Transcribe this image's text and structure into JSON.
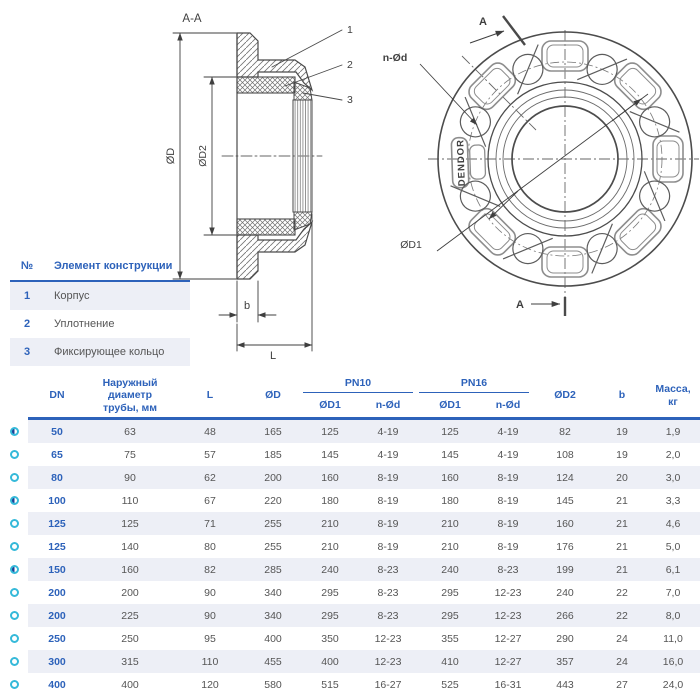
{
  "drawing": {
    "section_view_label": "A-A",
    "cut_label": "A",
    "brand": "DENDOR",
    "dims": {
      "d": "ØD",
      "d2": "ØD2",
      "b": "b",
      "l": "L",
      "d1": "ØD1",
      "n_d": "n-Ød"
    },
    "callouts": [
      "1",
      "2",
      "3"
    ]
  },
  "legend": {
    "headers": {
      "num": "№",
      "element": "Элемент конструкции"
    },
    "rows": [
      {
        "num": "1",
        "label": "Корпус"
      },
      {
        "num": "2",
        "label": "Уплотнение"
      },
      {
        "num": "3",
        "label": "Фиксирующее кольцо"
      }
    ]
  },
  "table": {
    "headers": {
      "dn": "DN",
      "pipe": "Наружный диаметр\nтрубы, мм",
      "l": "L",
      "d": "ØD",
      "pn10": "PN10",
      "pn16": "PN16",
      "d1a": "ØD1",
      "nda": "n-Ød",
      "d1b": "ØD1",
      "ndb": "n-Ød",
      "d2": "ØD2",
      "b": "b",
      "mass": "Масса,\nкг"
    },
    "rows": [
      {
        "icon": "half",
        "dn": "50",
        "pipe": "63",
        "l": "48",
        "d": "165",
        "pn10_d1": "125",
        "pn10_nd": "4-19",
        "pn16_d1": "125",
        "pn16_nd": "4-19",
        "d2": "82",
        "b": "19",
        "mass": "1,9"
      },
      {
        "icon": "empty",
        "dn": "65",
        "pipe": "75",
        "l": "57",
        "d": "185",
        "pn10_d1": "145",
        "pn10_nd": "4-19",
        "pn16_d1": "145",
        "pn16_nd": "4-19",
        "d2": "108",
        "b": "19",
        "mass": "2,0"
      },
      {
        "icon": "empty",
        "dn": "80",
        "pipe": "90",
        "l": "62",
        "d": "200",
        "pn10_d1": "160",
        "pn10_nd": "8-19",
        "pn16_d1": "160",
        "pn16_nd": "8-19",
        "d2": "124",
        "b": "20",
        "mass": "3,0"
      },
      {
        "icon": "half",
        "dn": "100",
        "pipe": "110",
        "l": "67",
        "d": "220",
        "pn10_d1": "180",
        "pn10_nd": "8-19",
        "pn16_d1": "180",
        "pn16_nd": "8-19",
        "d2": "145",
        "b": "21",
        "mass": "3,3"
      },
      {
        "icon": "empty",
        "dn": "125",
        "pipe": "125",
        "l": "71",
        "d": "255",
        "pn10_d1": "210",
        "pn10_nd": "8-19",
        "pn16_d1": "210",
        "pn16_nd": "8-19",
        "d2": "160",
        "b": "21",
        "mass": "4,6"
      },
      {
        "icon": "empty",
        "dn": "125",
        "pipe": "140",
        "l": "80",
        "d": "255",
        "pn10_d1": "210",
        "pn10_nd": "8-19",
        "pn16_d1": "210",
        "pn16_nd": "8-19",
        "d2": "176",
        "b": "21",
        "mass": "5,0"
      },
      {
        "icon": "half",
        "dn": "150",
        "pipe": "160",
        "l": "82",
        "d": "285",
        "pn10_d1": "240",
        "pn10_nd": "8-23",
        "pn16_d1": "240",
        "pn16_nd": "8-23",
        "d2": "199",
        "b": "21",
        "mass": "6,1"
      },
      {
        "icon": "empty",
        "dn": "200",
        "pipe": "200",
        "l": "90",
        "d": "340",
        "pn10_d1": "295",
        "pn10_nd": "8-23",
        "pn16_d1": "295",
        "pn16_nd": "12-23",
        "d2": "240",
        "b": "22",
        "mass": "7,0"
      },
      {
        "icon": "empty",
        "dn": "200",
        "pipe": "225",
        "l": "90",
        "d": "340",
        "pn10_d1": "295",
        "pn10_nd": "8-23",
        "pn16_d1": "295",
        "pn16_nd": "12-23",
        "d2": "266",
        "b": "22",
        "mass": "8,0"
      },
      {
        "icon": "empty",
        "dn": "250",
        "pipe": "250",
        "l": "95",
        "d": "400",
        "pn10_d1": "350",
        "pn10_nd": "12-23",
        "pn16_d1": "355",
        "pn16_nd": "12-27",
        "d2": "290",
        "b": "24",
        "mass": "11,0"
      },
      {
        "icon": "empty",
        "dn": "300",
        "pipe": "315",
        "l": "110",
        "d": "455",
        "pn10_d1": "400",
        "pn10_nd": "12-23",
        "pn16_d1": "410",
        "pn16_nd": "12-27",
        "d2": "357",
        "b": "24",
        "mass": "16,0"
      },
      {
        "icon": "empty",
        "dn": "400",
        "pipe": "400",
        "l": "120",
        "d": "580",
        "pn10_d1": "515",
        "pn10_nd": "16-27",
        "pn16_d1": "525",
        "pn16_nd": "16-31",
        "d2": "443",
        "b": "27",
        "mass": "24,0"
      }
    ]
  },
  "colors": {
    "accent_blue": "#2d62ba",
    "icon_cyan": "#35b9d9",
    "icon_navy": "#1d3f96",
    "row_bg": "#edeff6",
    "body_text": "#555555",
    "drawing_line": "#4a4a4a"
  }
}
